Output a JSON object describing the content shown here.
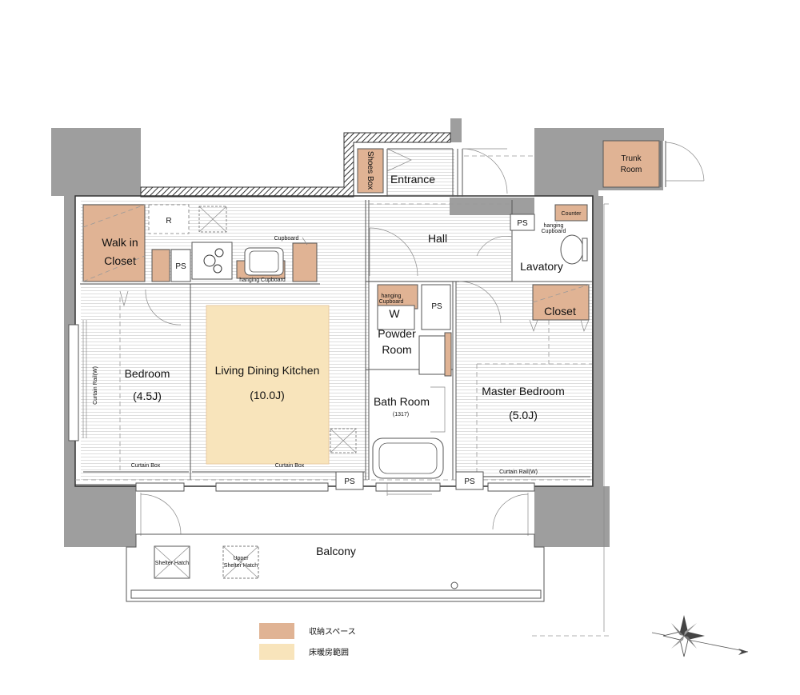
{
  "colors": {
    "storage": "#e0b394",
    "floor_heating": "#f8e4bb",
    "wall": "#9e9e9e",
    "hatch": "#4a4a4a"
  },
  "rooms": {
    "entrance": "Entrance",
    "shoes_box": "Shoes Box",
    "trunk_room": [
      "Trunk",
      "Room"
    ],
    "hall": "Hall",
    "counter": "Counter",
    "hanging_cupboard_lav": [
      "hanging",
      "Cupboard"
    ],
    "lavatory": "Lavatory",
    "walk_in_closet": [
      "Walk in",
      "Closet"
    ],
    "refrigerator": "R",
    "cupboard": "Cupboard",
    "hanging_cupboard_kitchen": "hanging Cupboard",
    "hanging_cupboard_powder": [
      "hanging",
      "Cupboard"
    ],
    "washer": "W",
    "powder_room": [
      "Powder",
      "Room"
    ],
    "bath_room": "Bath Room",
    "bath_size": "(1317)",
    "closet": "Closet",
    "bedroom": "Bedroom",
    "bedroom_size": "(4.5J)",
    "ldk": "Living Dining Kitchen",
    "ldk_size": "(10.0J)",
    "master_bedroom": "Master Bedroom",
    "master_size": "(5.0J)",
    "curtain_rail_w_left": "Curtain Rail(W)",
    "curtain_box_left": "Curtain Box",
    "curtain_box_center": "Curtain Box",
    "curtain_rail_w_right": "Curtain Rail(W)",
    "balcony": "Balcony",
    "shelter_hatch": "Shelter Hatch",
    "upper_shelter_hatch": [
      "Upper",
      "Shelter Hatch"
    ],
    "ps": "PS"
  },
  "legend": {
    "storage_label": "収納スペース",
    "floor_heating_label": "床暖房範囲"
  }
}
